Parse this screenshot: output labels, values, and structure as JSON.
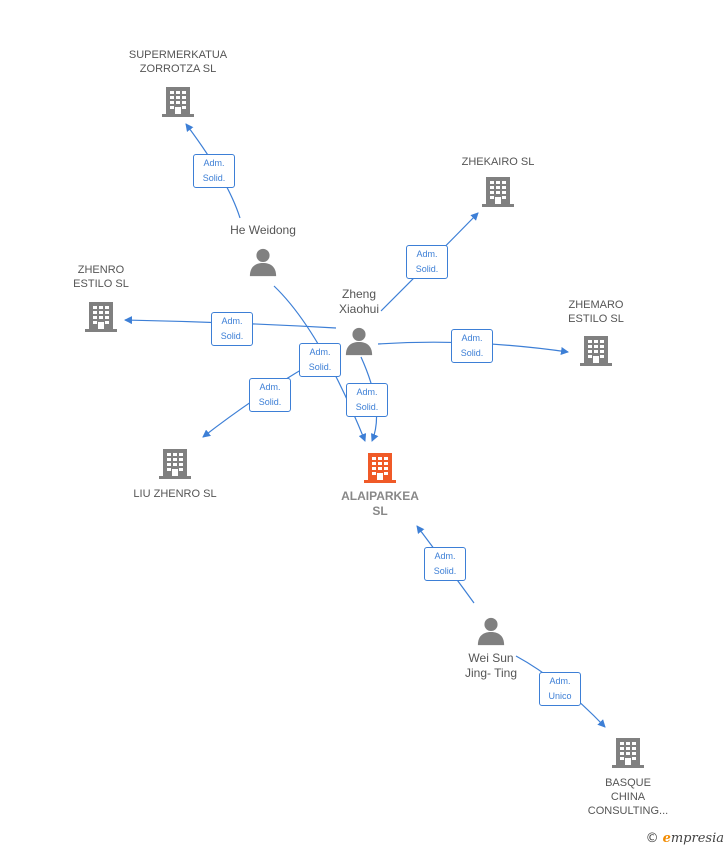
{
  "colors": {
    "edge": "#3d7fd6",
    "building": "#808080",
    "focus": "#f05a28",
    "person": "#808080"
  },
  "nodes": [
    {
      "id": "supermerkatua",
      "type": "company",
      "label": [
        "SUPERMERKATUA",
        "ZORROTZA  SL"
      ]
    },
    {
      "id": "zhekairo",
      "type": "company",
      "label": [
        "ZHEKAIRO SL"
      ]
    },
    {
      "id": "zhenro-estilo",
      "type": "company",
      "label": [
        "ZHENRO",
        "ESTILO SL"
      ]
    },
    {
      "id": "zhemaro",
      "type": "company",
      "label": [
        "ZHEMARO",
        "ESTILO SL"
      ]
    },
    {
      "id": "liu-zhenro",
      "type": "company",
      "label": [
        "LIU ZHENRO SL"
      ]
    },
    {
      "id": "alaiparkea",
      "type": "focus",
      "label": [
        "ALAIPARKEA",
        "SL"
      ]
    },
    {
      "id": "basque-china",
      "type": "company",
      "label": [
        "BASQUE",
        "CHINA",
        "CONSULTING..."
      ]
    },
    {
      "id": "he-weidong",
      "type": "person",
      "label": [
        "He Weidong"
      ]
    },
    {
      "id": "zheng-xiaohui",
      "type": "person",
      "label": [
        "Zheng",
        "Xiaohui"
      ]
    },
    {
      "id": "wei-sun",
      "type": "person",
      "label": [
        "Wei Sun",
        "Jing- Ting"
      ]
    }
  ],
  "edges": [
    {
      "from": "he-weidong",
      "to": "supermerkatua",
      "label": [
        "Adm.",
        "Solid."
      ]
    },
    {
      "from": "zheng-xiaohui",
      "to": "zhekairo",
      "label": [
        "Adm.",
        "Solid."
      ]
    },
    {
      "from": "zheng-xiaohui",
      "to": "zhenro-estilo",
      "label": [
        "Adm.",
        "Solid."
      ]
    },
    {
      "from": "zheng-xiaohui",
      "to": "zhemaro",
      "label": [
        "Adm.",
        "Solid."
      ]
    },
    {
      "from": "zheng-xiaohui",
      "to": "liu-zhenro",
      "label": [
        "Adm.",
        "Solid."
      ]
    },
    {
      "from": "he-weidong",
      "to": "alaiparkea",
      "label": [
        "Adm.",
        "Solid."
      ]
    },
    {
      "from": "zheng-xiaohui",
      "to": "alaiparkea",
      "label": [
        "Adm.",
        "Solid."
      ]
    },
    {
      "from": "wei-sun",
      "to": "alaiparkea",
      "label": [
        "Adm.",
        "Solid."
      ]
    },
    {
      "from": "wei-sun",
      "to": "basque-china",
      "label": [
        "Adm.",
        "Unico"
      ]
    }
  ],
  "brand": {
    "copyright": "©",
    "initial": "e",
    "rest": "mpresia"
  }
}
